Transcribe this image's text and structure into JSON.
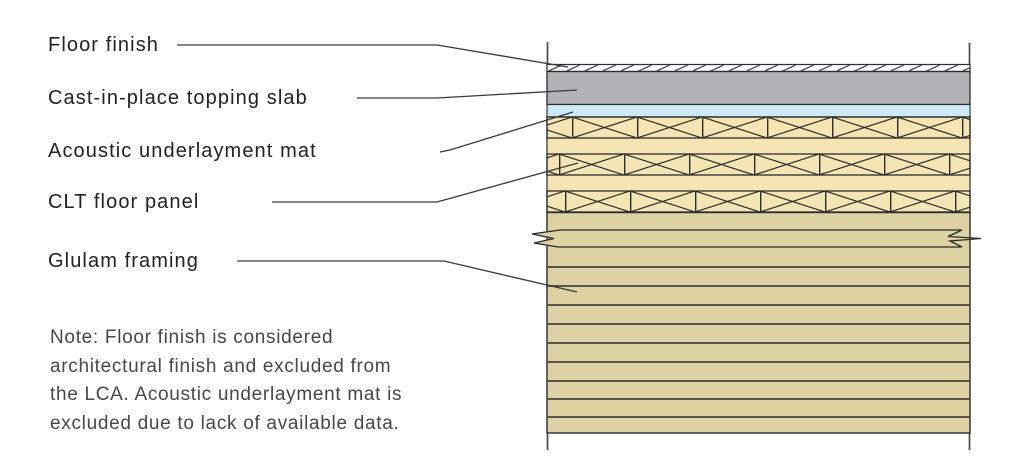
{
  "labels": {
    "floor_finish": "Floor finish",
    "topping_slab": "Cast-in-place topping slab",
    "acoustic_mat": "Acoustic underlayment mat",
    "clt_panel": "CLT floor panel",
    "glulam": "Glulam framing"
  },
  "note_lines": [
    "Note: Floor finish is considered",
    "architectural finish and excluded from",
    "the LCA. Acoustic underlayment mat is",
    "excluded due to lack of available data."
  ],
  "assembly_layers": [
    {
      "name": "Floor finish",
      "style": "diagonal-hatch",
      "fill_key": "floor_finish_fill"
    },
    {
      "name": "Cast-in-place topping slab",
      "style": "solid",
      "fill_key": "topping_slab_fill"
    },
    {
      "name": "Acoustic underlayment mat",
      "style": "solid",
      "fill_key": "acoustic_mat_fill"
    },
    {
      "name": "CLT floor panel",
      "style": "cross-hatch-plies",
      "fill_key": "clt_fill"
    },
    {
      "name": "Glulam framing",
      "style": "horizontal-laminations",
      "fill_key": "glulam_fill"
    }
  ],
  "colors": {
    "floor_finish_fill": "#ffffff",
    "topping_slab_fill": "#b3b3b5",
    "acoustic_mat_fill": "#cde9f6",
    "clt_fill": "#f5e5b5",
    "glulam_fill": "#ded1a3",
    "outline": "#2b2b2b",
    "lamination_line": "#45423a",
    "leader_line": "#3a3a3a",
    "column_line": "#4a4a4a",
    "label_text": "#222222",
    "note_text": "#474747"
  }
}
